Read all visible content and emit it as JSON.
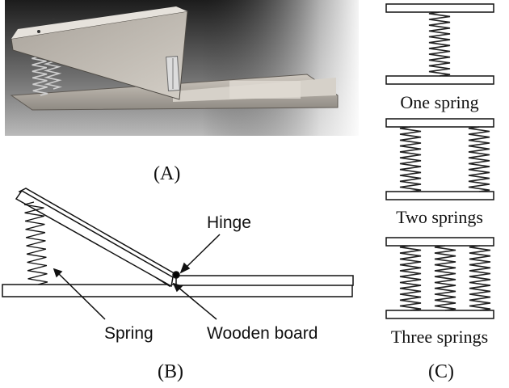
{
  "panels": {
    "a": {
      "label": "(A)"
    },
    "b": {
      "label": "(B)",
      "hinge_label": "Hinge",
      "spring_label": "Spring",
      "board_label": "Wooden board"
    },
    "c": {
      "label": "(C)",
      "configs": [
        "One spring",
        "Two springs",
        "Three springs"
      ]
    }
  },
  "colors": {
    "line": "#111111",
    "spring": "#222222",
    "background": "#ffffff"
  }
}
